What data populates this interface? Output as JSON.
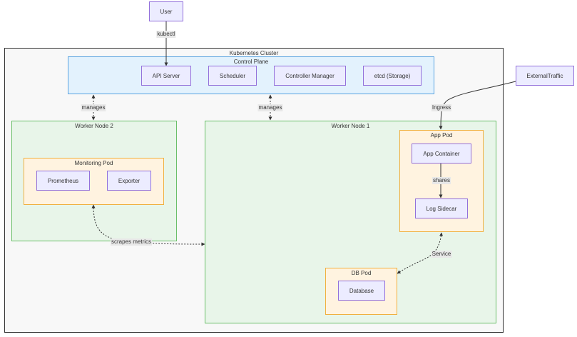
{
  "nodes": {
    "user": "User",
    "external_traffic": "ExternalTraffic",
    "api_server": "API Server",
    "scheduler": "Scheduler",
    "controller_manager": "Controller Manager",
    "etcd": "etcd (Storage)",
    "prometheus": "Prometheus",
    "exporter": "Exporter",
    "app_container": "App Container",
    "log_sidecar": "Log Sidecar",
    "database": "Database"
  },
  "groups": {
    "cluster": "Kubernetes Cluster",
    "control_plane": "Control Plane",
    "worker_node_2": "Worker Node 2",
    "worker_node_1": "Worker Node 1",
    "monitoring_pod": "Monitoring Pod",
    "app_pod": "App Pod",
    "db_pod": "DB Pod"
  },
  "edge_labels": {
    "kubectl": "kubectl",
    "manages_1": "manages",
    "manages_2": "manages",
    "ingress": "Ingress",
    "shares": "shares",
    "service": "Service",
    "scrapes_metrics": "scrapes metrics"
  },
  "colors": {
    "node_fill": "#ECECFF",
    "node_border": "#9370DB",
    "cluster_fill": "#f8f8f8",
    "control_plane_fill": "#e3f2fd",
    "control_plane_border": "#5aa3e0",
    "worker_fill": "#e8f5e9",
    "worker_border": "#6abf69",
    "pod_fill": "#fff3e0",
    "pod_border": "#f0b040",
    "edge": "#333333"
  }
}
